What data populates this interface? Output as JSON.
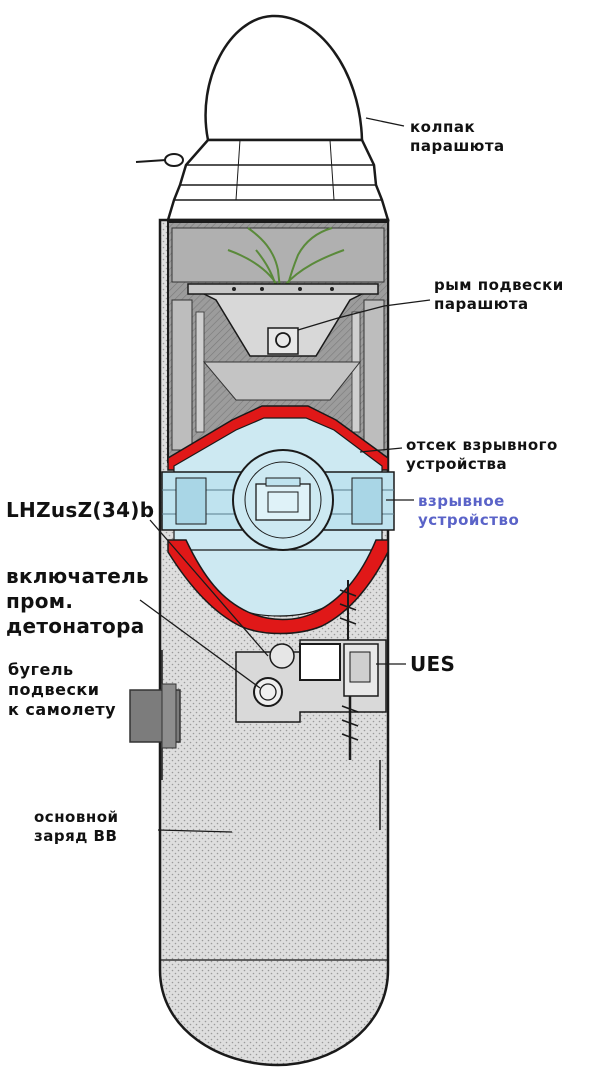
{
  "labels": {
    "canopy": [
      "колпак",
      "парашюта"
    ],
    "eyebolt": [
      "рым подвески",
      "парашюта"
    ],
    "compartment": [
      "отсек взрывного",
      "устройства"
    ],
    "device": [
      "взрывное",
      "устройство"
    ],
    "lhz": "LHZusZ(34)b",
    "switch": [
      "включатель",
      "пром.",
      "детонатора"
    ],
    "lug": [
      "бугель",
      "подвески",
      "к самолету"
    ],
    "ues": "UES",
    "charge": [
      "основной",
      "заряд ВВ"
    ]
  },
  "colors": {
    "outline": "#1a1a1a",
    "hatch": "#8c8c8c",
    "charge_fill": "#dcdcdc",
    "device_fill": "#cde9f2",
    "red_liner": "#e01818",
    "lug_fill": "#7c7c7c",
    "blue_label": "#5a63c8",
    "parachute_lines": "#5a8a3a"
  }
}
